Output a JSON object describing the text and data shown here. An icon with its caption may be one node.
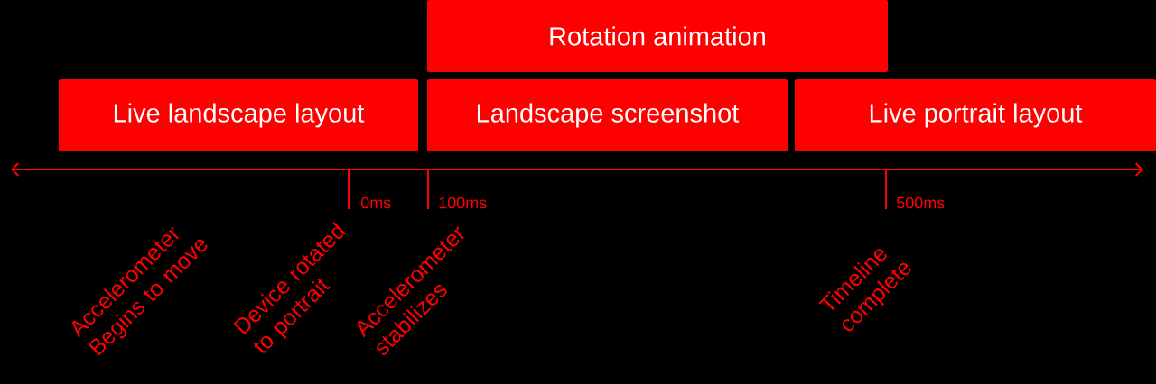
{
  "diagram": {
    "nodes": [
      {
        "text": [
          "Rotation animation"
        ]
      },
      {
        "text": [
          "Live landscape layout"
        ]
      },
      {
        "text": [
          "Landscape screenshot"
        ]
      },
      {
        "text": [
          "Live portrait layout"
        ]
      }
    ],
    "labels": [
      "0ms",
      "100ms",
      "500ms",
      "Accelerometer Begins to move",
      "Device rotated to portrait",
      "Accelerometer stabilizes",
      "Timeline complete"
    ]
  }
}
